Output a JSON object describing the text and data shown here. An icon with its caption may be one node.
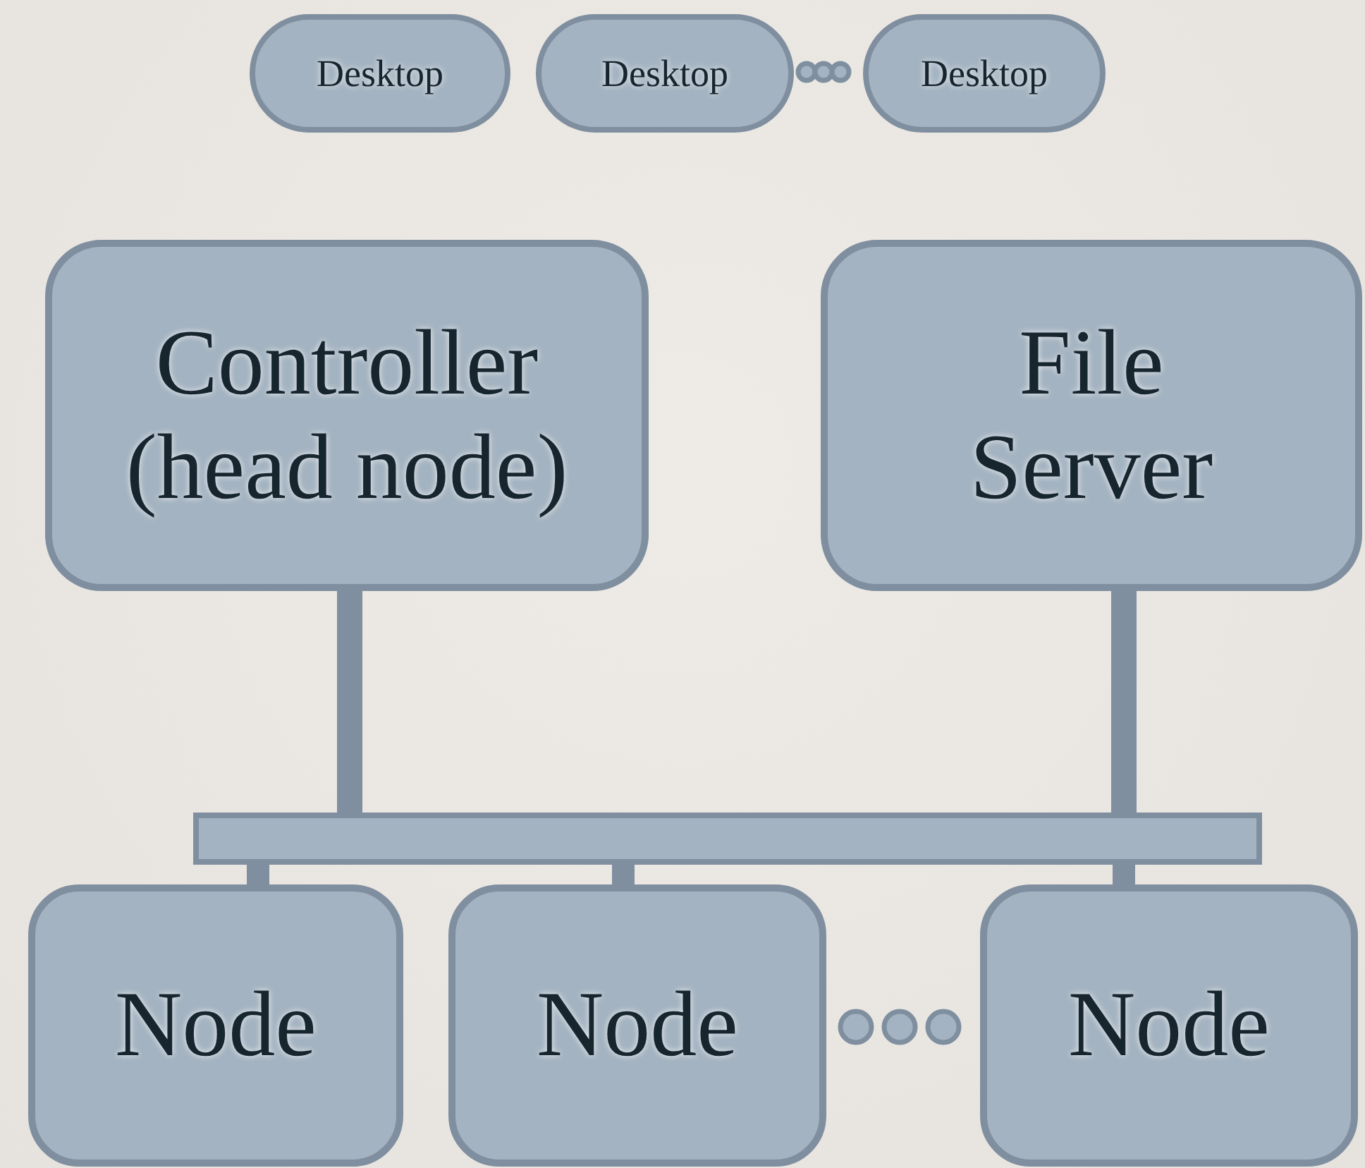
{
  "diagram": {
    "nodes": [
      {
        "text": [
          "Desktop"
        ]
      },
      {
        "text": [
          "Desktop"
        ]
      },
      {
        "text": [
          "Desktop"
        ]
      },
      {
        "text": [
          "Controller (head node)"
        ]
      },
      {
        "text": [
          "File Server"
        ]
      },
      {
        "text": [],
        "shape": "bar"
      },
      {
        "text": [
          "Node"
        ]
      },
      {
        "text": [
          "Node"
        ]
      },
      {
        "text": [
          "Node"
        ]
      }
    ],
    "edges": [
      {
        "from": 3,
        "to": 5,
        "arrow": "none"
      },
      {
        "from": 4,
        "to": 5,
        "arrow": "none"
      },
      {
        "from": 5,
        "to": 6,
        "arrow": "none"
      },
      {
        "from": 5,
        "to": 7,
        "arrow": "none"
      },
      {
        "from": 5,
        "to": 8,
        "arrow": "none"
      }
    ]
  }
}
